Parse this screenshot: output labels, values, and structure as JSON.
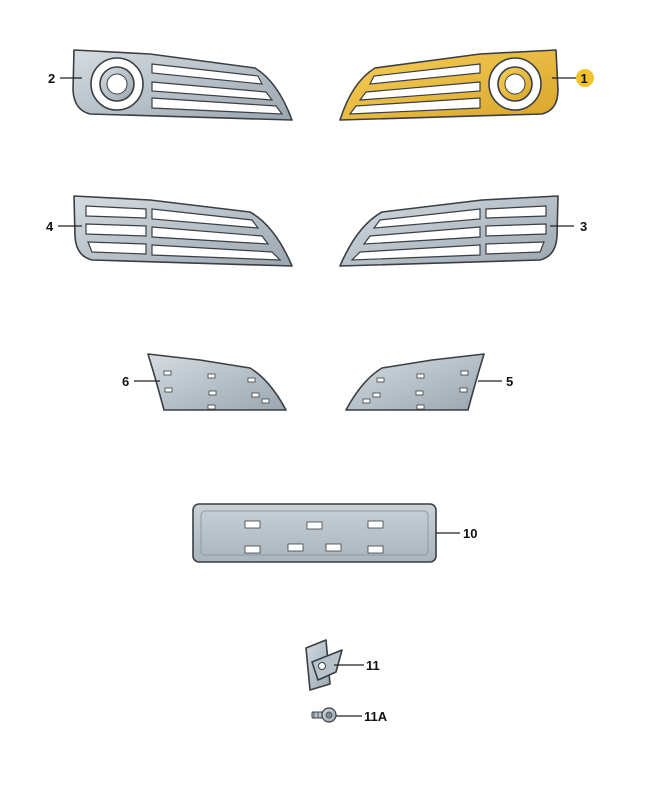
{
  "diagram": {
    "callouts": {
      "p1": "1",
      "p2": "2",
      "p3": "3",
      "p4": "4",
      "p5": "5",
      "p6": "6",
      "p10": "10",
      "p11": "11",
      "p11a": "11A"
    },
    "colors": {
      "highlight_part": "#e8b43a",
      "highlight_badge": "#f2c32c",
      "part_fill": "#c3ccd3",
      "part_fill_dark": "#9aa6b0",
      "outline": "#3a3f44"
    },
    "highlighted_part": "1"
  }
}
